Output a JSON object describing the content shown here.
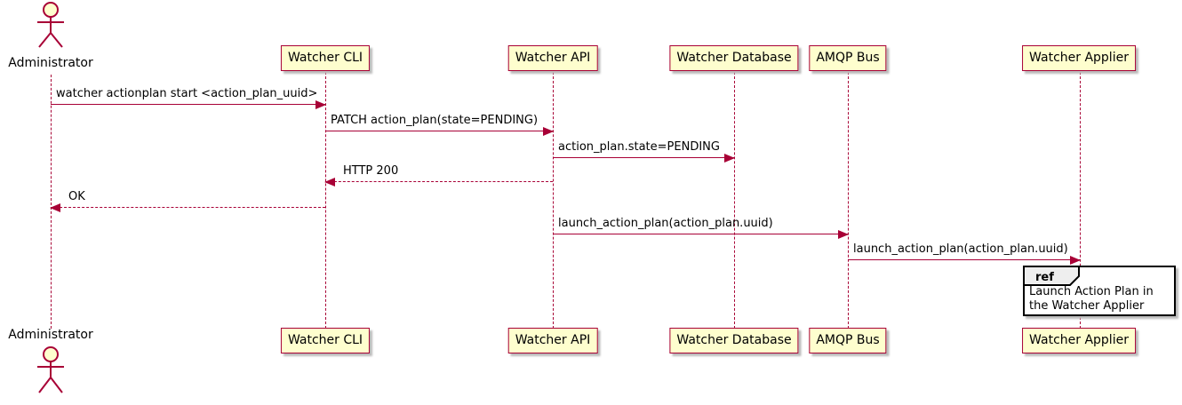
{
  "diagram_type": "sequence-diagram",
  "actor": {
    "name": "Administrator"
  },
  "participants": [
    {
      "name": "Watcher CLI"
    },
    {
      "name": "Watcher API"
    },
    {
      "name": "Watcher Database"
    },
    {
      "name": "AMQP Bus"
    },
    {
      "name": "Watcher Applier"
    }
  ],
  "messages": [
    {
      "from": "Administrator",
      "to": "Watcher CLI",
      "label": "watcher actionplan start <action_plan_uuid>",
      "line": "solid",
      "direction": "right"
    },
    {
      "from": "Watcher CLI",
      "to": "Watcher API",
      "label": "PATCH action_plan(state=PENDING)",
      "line": "solid",
      "direction": "right"
    },
    {
      "from": "Watcher API",
      "to": "Watcher Database",
      "label": "action_plan.state=PENDING",
      "line": "solid",
      "direction": "right"
    },
    {
      "from": "Watcher API",
      "to": "Watcher CLI",
      "label": "HTTP 200",
      "line": "dashed",
      "direction": "left"
    },
    {
      "from": "Watcher CLI",
      "to": "Administrator",
      "label": "OK",
      "line": "dashed",
      "direction": "left"
    },
    {
      "from": "Watcher API",
      "to": "AMQP Bus",
      "label": "launch_action_plan(action_plan.uuid)",
      "line": "solid",
      "direction": "right"
    },
    {
      "from": "AMQP Bus",
      "to": "Watcher Applier",
      "label": "launch_action_plan(action_plan.uuid)",
      "line": "solid",
      "direction": "right"
    }
  ],
  "ref": {
    "keyword": "ref",
    "over": "Watcher Applier",
    "label": "Launch Action Plan in the Watcher Applier"
  },
  "colors": {
    "line": "#A80036",
    "participant_fill": "#FEFECE",
    "text": "#000000",
    "ref_border": "#000000",
    "ref_header_fill": "#EEEEEE",
    "shadow": "#BBBBBB"
  }
}
